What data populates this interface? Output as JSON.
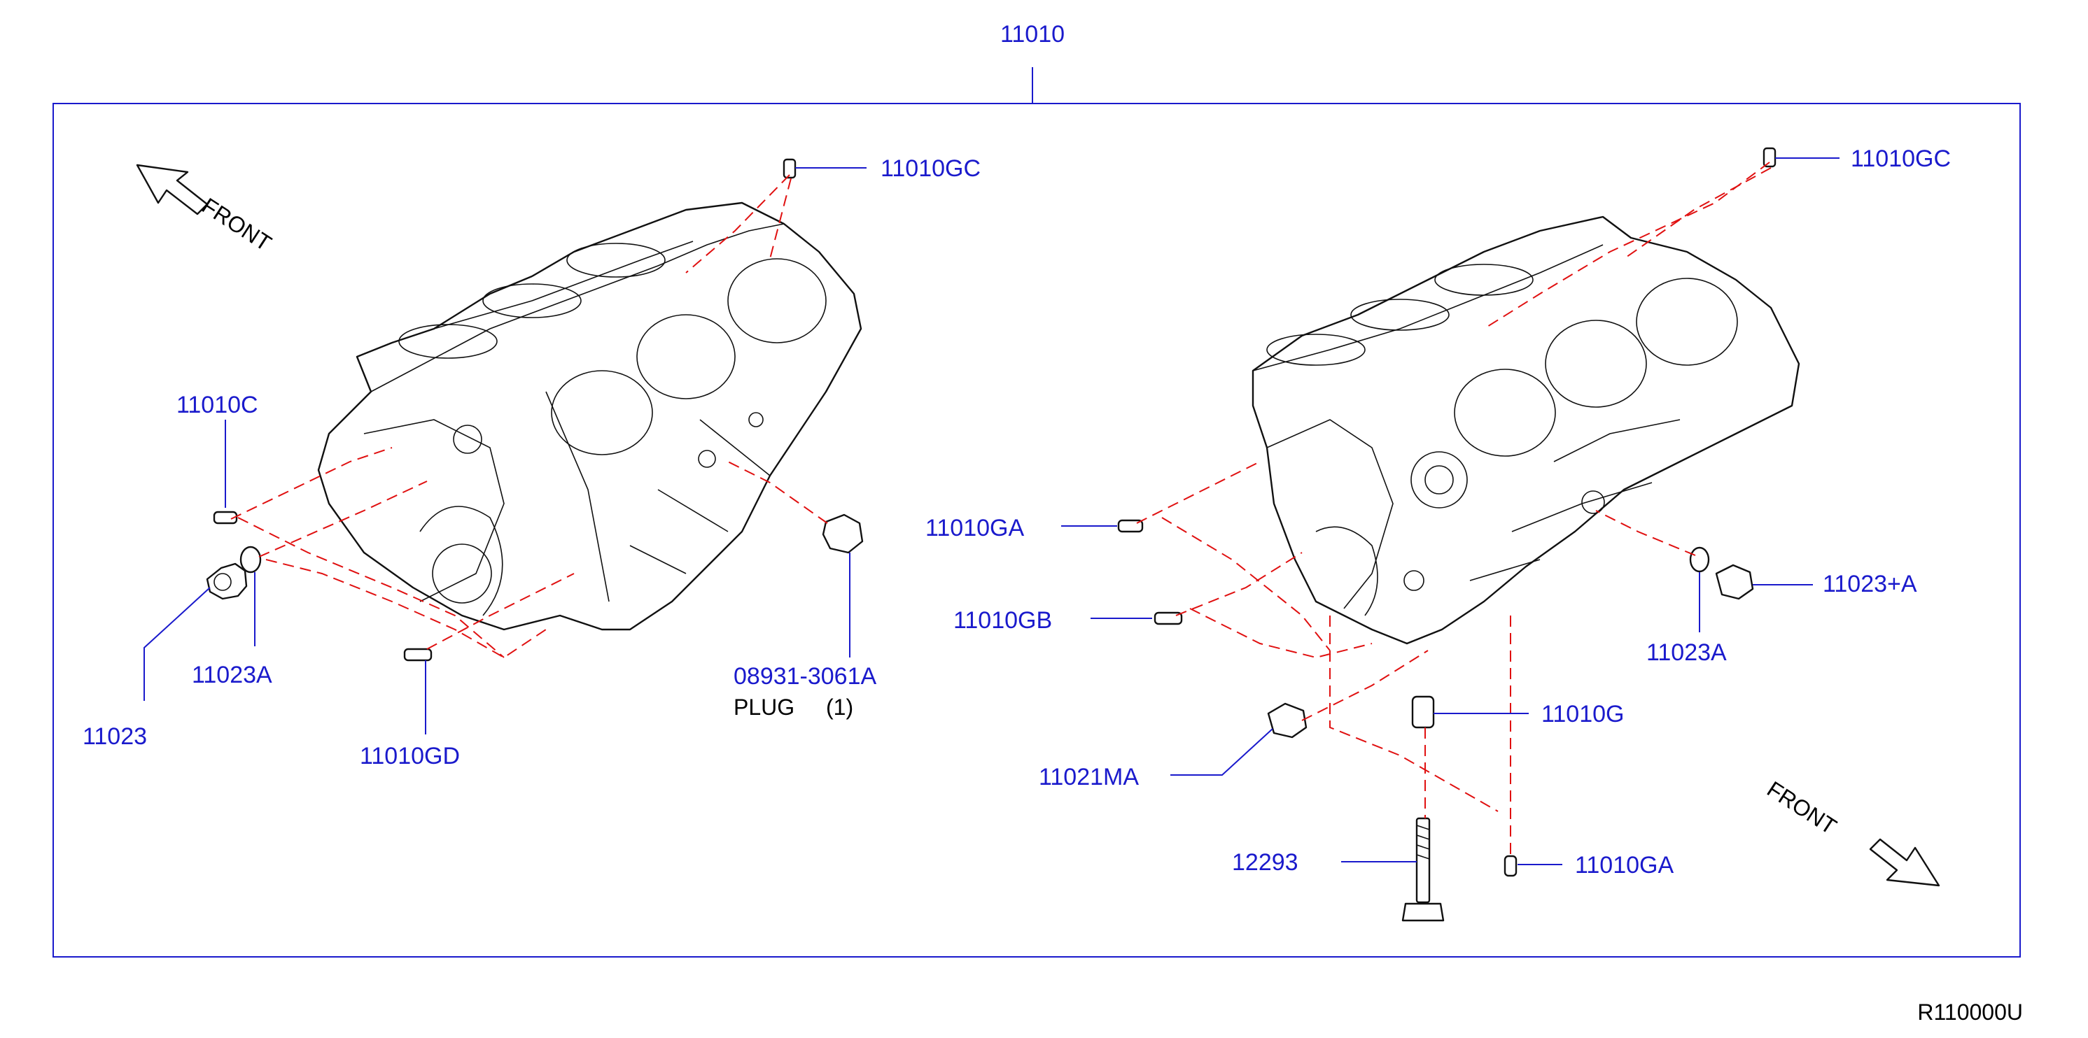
{
  "diagram_id": "R110000U",
  "front_label": "FRONT",
  "parts": {
    "top": "11010",
    "l_gc": "11010GC",
    "l_c": "11010C",
    "l_23a": "11023A",
    "l_23": "11023",
    "l_gd": "11010GD",
    "l_plug_pn": "08931-3061A",
    "l_plug_name": "PLUG",
    "l_plug_qty": "(1)",
    "r_gc": "11010GC",
    "r_ga1": "11010GA",
    "r_gb": "11010GB",
    "r_23pa": "11023+A",
    "r_23a": "11023A",
    "r_g": "11010G",
    "r_21ma": "11021MA",
    "r_12293": "12293",
    "r_ga2": "11010GA"
  },
  "colors": {
    "callout": "#1a1acc",
    "leader": "#1a1acc",
    "dashed": "#e01010",
    "line_art": "#111111"
  }
}
